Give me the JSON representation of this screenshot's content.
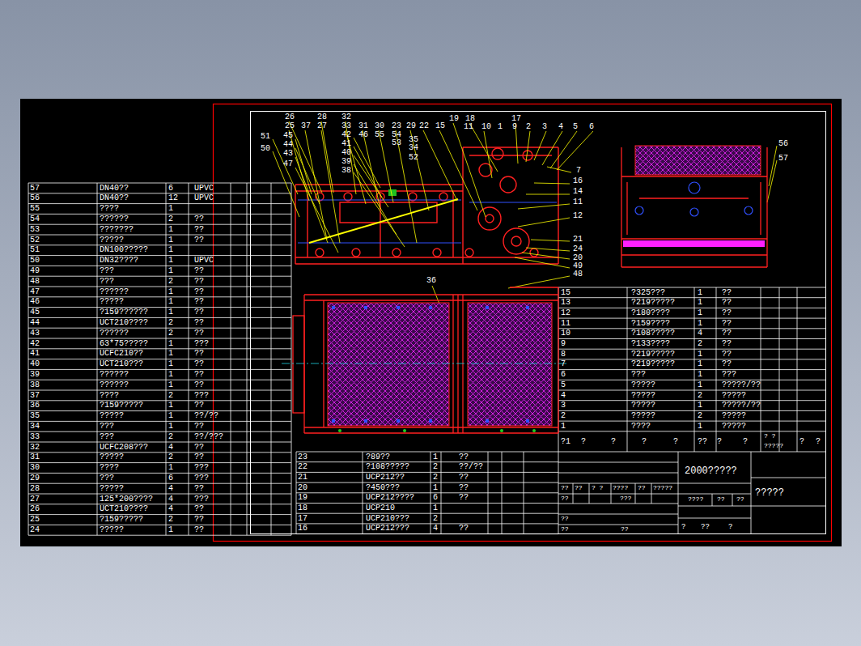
{
  "diagram": {
    "labels": [
      "26",
      "28",
      "32",
      "25",
      "37",
      "27",
      "33",
      "31",
      "30",
      "23",
      "29",
      "22",
      "15",
      "19",
      "18",
      "11",
      "10",
      "1",
      "17",
      "9",
      "2",
      "3",
      "4",
      "5",
      "6",
      "45",
      "44",
      "43",
      "47",
      "42",
      "41",
      "40",
      "39",
      "38",
      "46",
      "55",
      "54",
      "53",
      "35",
      "34",
      "52",
      "51",
      "50",
      "7",
      "16",
      "14",
      "11",
      "12",
      "21",
      "24",
      "20",
      "49",
      "48",
      "36",
      "56",
      "57",
      "57",
      "DN40??",
      "6",
      "UPVC",
      "56",
      "DN40??",
      "12",
      "UPVC",
      "55",
      "????",
      "1",
      "54",
      "??????",
      "2",
      "??",
      "53",
      "???????",
      "1",
      "??",
      "52",
      "?????",
      "1",
      "??",
      "51",
      "DN100?????",
      "1",
      "50",
      "DN32????",
      "1",
      "UPVC",
      "49",
      "???",
      "1",
      "??",
      "48",
      "???",
      "2",
      "??",
      "47",
      "??????",
      "1",
      "??",
      "46",
      "?????",
      "1",
      "??",
      "45",
      "?159??????",
      "1",
      "??",
      "44",
      "UCT210????",
      "2",
      "??",
      "43",
      "??????",
      "2",
      "??",
      "42",
      "63*75?????",
      "1",
      "???",
      "41",
      "UCFC210??",
      "1",
      "??",
      "40",
      "UCT210???",
      "1",
      "??",
      "39",
      "??????",
      "1",
      "??",
      "38",
      "??????",
      "1",
      "??",
      "37",
      "????",
      "2",
      "???",
      "36",
      "?159?????",
      "1",
      "??",
      "35",
      "?????",
      "1",
      "??/??",
      "34",
      "???",
      "1",
      "??",
      "33",
      "???",
      "2",
      "??/???",
      "32",
      "UCFC208???",
      "4",
      "??",
      "31",
      "?????",
      "2",
      "??",
      "30",
      "????",
      "1",
      "???",
      "29",
      "???",
      "6",
      "???",
      "28",
      "?????",
      "4",
      "??",
      "27",
      "125*200????",
      "4",
      "???",
      "26",
      "UCT210????",
      "4",
      "??",
      "25",
      "?159?????",
      "2",
      "??",
      "24",
      "?????",
      "1",
      "??",
      "23",
      "?89??",
      "1",
      "??",
      "22",
      "?108?????",
      "2",
      "??/??",
      "21",
      "UCP212??",
      "2",
      "??",
      "20",
      "?450???",
      "1",
      "??",
      "19",
      "UCP212????",
      "6",
      "??",
      "18",
      "UCP210",
      "1",
      "17",
      "UCP210???",
      "2",
      "16",
      "UCP212???",
      "4",
      "??",
      "15",
      "?325???",
      "1",
      "??",
      "13",
      "?219?????",
      "1",
      "??",
      "12",
      "?180????",
      "1",
      "??",
      "11",
      "?159????",
      "1",
      "??",
      "10",
      "?108?????",
      "4",
      "??",
      "9",
      "?133????",
      "2",
      "??",
      "8",
      "?219?????",
      "1",
      "??",
      "7",
      "?219?????",
      "1",
      "??",
      "6",
      "???",
      "1",
      "???",
      "5",
      "?????",
      "1",
      "?????/??",
      "4",
      "?????",
      "2",
      "?????",
      "3",
      "?????",
      "1",
      "?????/??",
      "2",
      "?????",
      "2",
      "?????",
      "1",
      "????",
      "1",
      "?????",
      "?1",
      "?",
      "?",
      "?",
      "?",
      "??",
      "?",
      "?",
      "? ?",
      "?????",
      "?",
      "?",
      "2000?????",
      "?????",
      "????",
      "??",
      "??",
      "?",
      "??",
      "?",
      "??",
      "??",
      "? ?",
      "????",
      "??",
      "?????",
      "??",
      "???",
      "??",
      "??",
      "??"
    ]
  }
}
